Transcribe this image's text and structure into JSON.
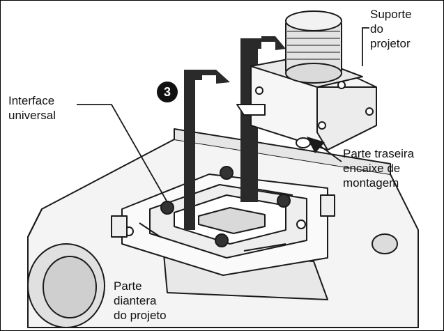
{
  "step_badge": "3",
  "labels": {
    "suporte": [
      "Suporte",
      "do",
      "projetor"
    ],
    "interface": [
      "Interface",
      "universal"
    ],
    "traseira": [
      "Parte traseira",
      "encaixe de",
      "montagem"
    ],
    "dianteira": [
      "Parte",
      "diantera",
      "do projeto"
    ]
  },
  "colors": {
    "line": "#1a1a1a",
    "arrow": "#2a2a2a",
    "fill_light": "#f2f2f2",
    "fill_mid": "#d9d9d9"
  },
  "icons": [
    "projector-body",
    "universal-interface-plate",
    "projector-mount-bracket",
    "guide-arrows"
  ]
}
